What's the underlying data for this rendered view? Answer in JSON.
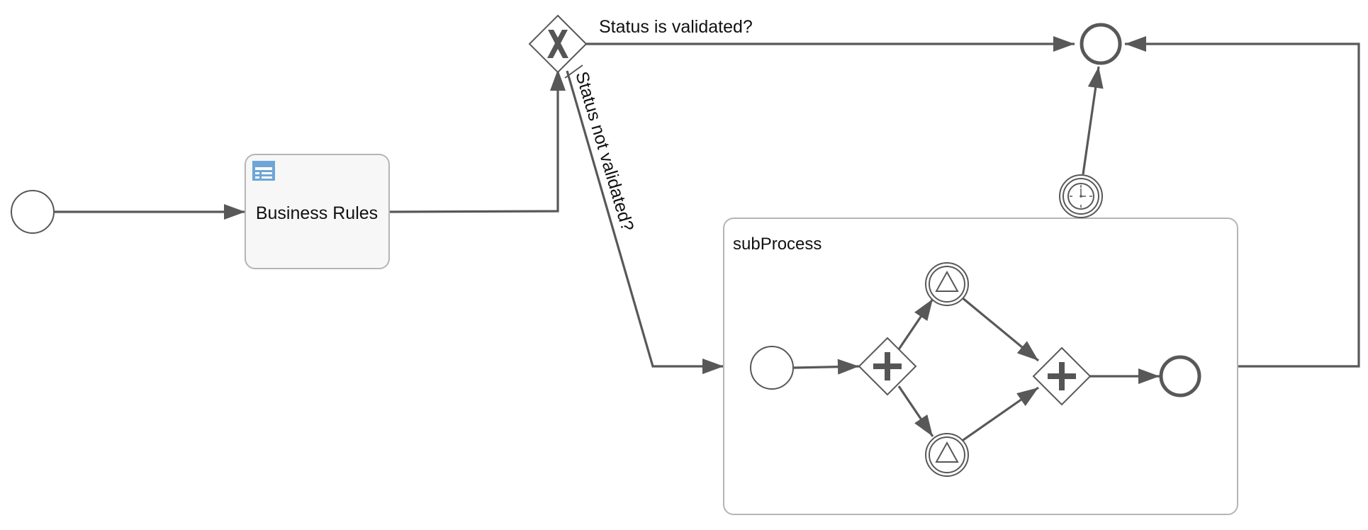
{
  "diagram": {
    "tasks": {
      "business_rules": {
        "label": "Business Rules",
        "icon": "business-rule-table-icon"
      }
    },
    "subprocess": {
      "label": "subProcess"
    },
    "flows": {
      "validated": {
        "label": "Status is validated?"
      },
      "not_validated": {
        "label": "Status not validated?"
      }
    },
    "gateways": {
      "exclusive": {
        "icon": "exclusive-gateway-x-icon"
      },
      "parallel_split": {
        "icon": "parallel-gateway-plus-icon"
      },
      "parallel_join": {
        "icon": "parallel-gateway-plus-icon"
      }
    },
    "events": {
      "timer_boundary": {
        "icon": "timer-clock-icon"
      },
      "signal_top": {
        "icon": "signal-triangle-icon"
      },
      "signal_bottom": {
        "icon": "signal-triangle-icon"
      }
    },
    "colors": {
      "stroke": "#585858",
      "task_fill": "#f7f7f7",
      "task_border": "#b5b5b5",
      "icon_blue": "#6ea6d6"
    }
  }
}
